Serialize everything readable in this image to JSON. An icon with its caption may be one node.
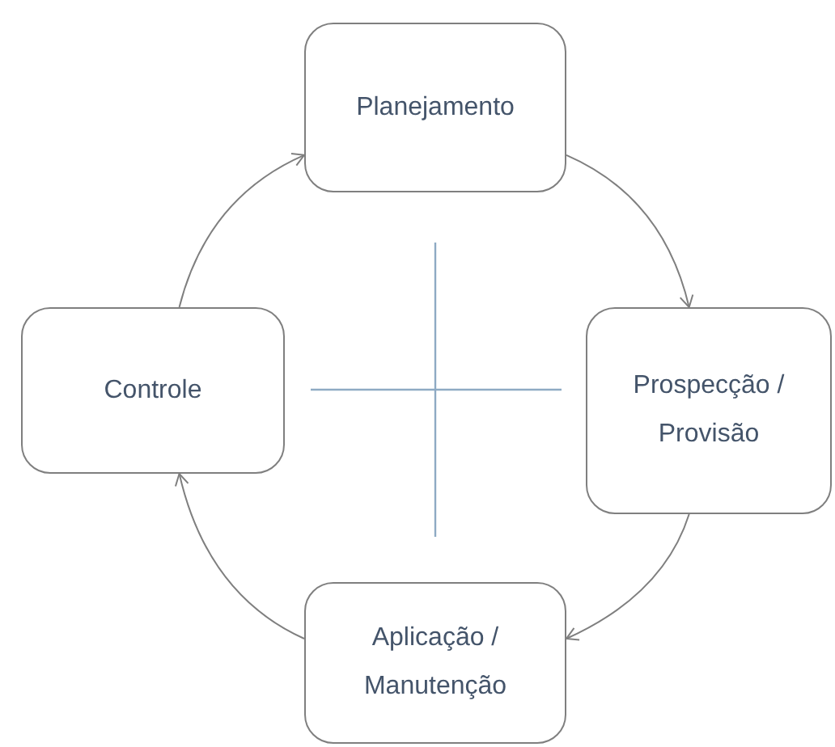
{
  "diagram": {
    "nodes": [
      {
        "text": [
          "Planejamento"
        ]
      },
      {
        "text": [
          "Controle"
        ]
      },
      {
        "text": [
          "Prospecção / Provisão"
        ]
      },
      {
        "text": [
          "Aplicação / Manutenção"
        ]
      }
    ],
    "edges": [
      {
        "from": 1,
        "to": 0,
        "arrow": "to"
      },
      {
        "from": 0,
        "to": 2,
        "arrow": "to"
      },
      {
        "from": 2,
        "to": 3,
        "arrow": "to"
      },
      {
        "from": 3,
        "to": 1,
        "arrow": "to"
      }
    ]
  }
}
